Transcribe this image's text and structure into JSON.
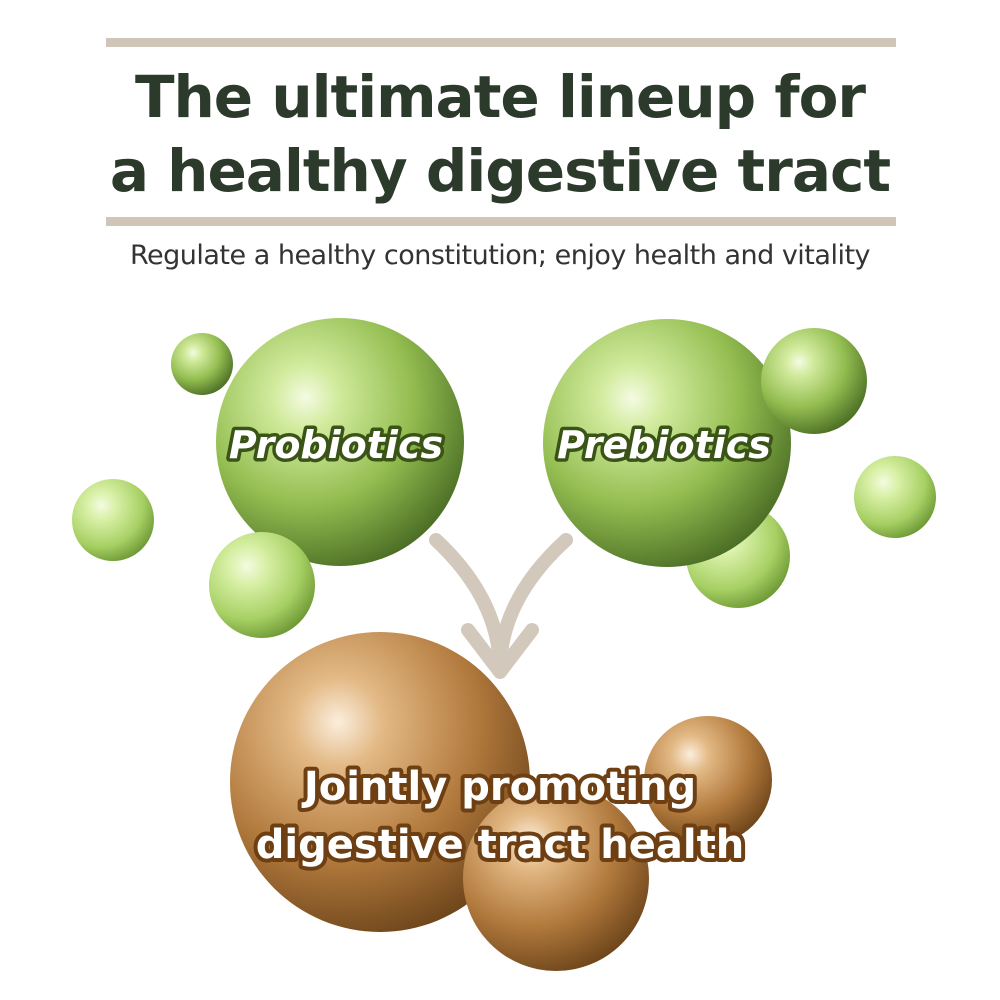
{
  "header": {
    "title_line1": "The ultimate lineup for",
    "title_line2": "a healthy digestive tract",
    "subtitle": "Regulate a healthy constitution; enjoy health and vitality"
  },
  "diagram": {
    "probiotics_label": "Probiotics",
    "prebiotics_label": "Prebiotics",
    "result_line1": "Jointly promoting",
    "result_line2": "digestive tract health"
  },
  "colors": {
    "title_text": "#2c3a2c",
    "subtitle_text": "#333333",
    "rule": "#cfc6b8",
    "arrow": "#d2c8bb",
    "green_light": "#d9f0a8",
    "green_mid": "#9cc456",
    "green_dark": "#4a6a22",
    "brown_light": "#f2d3a8",
    "brown_mid": "#b87e40",
    "brown_dark": "#6a4218",
    "label_outline_green": "#3a5418",
    "label_outline_brown": "#6e3f12"
  }
}
